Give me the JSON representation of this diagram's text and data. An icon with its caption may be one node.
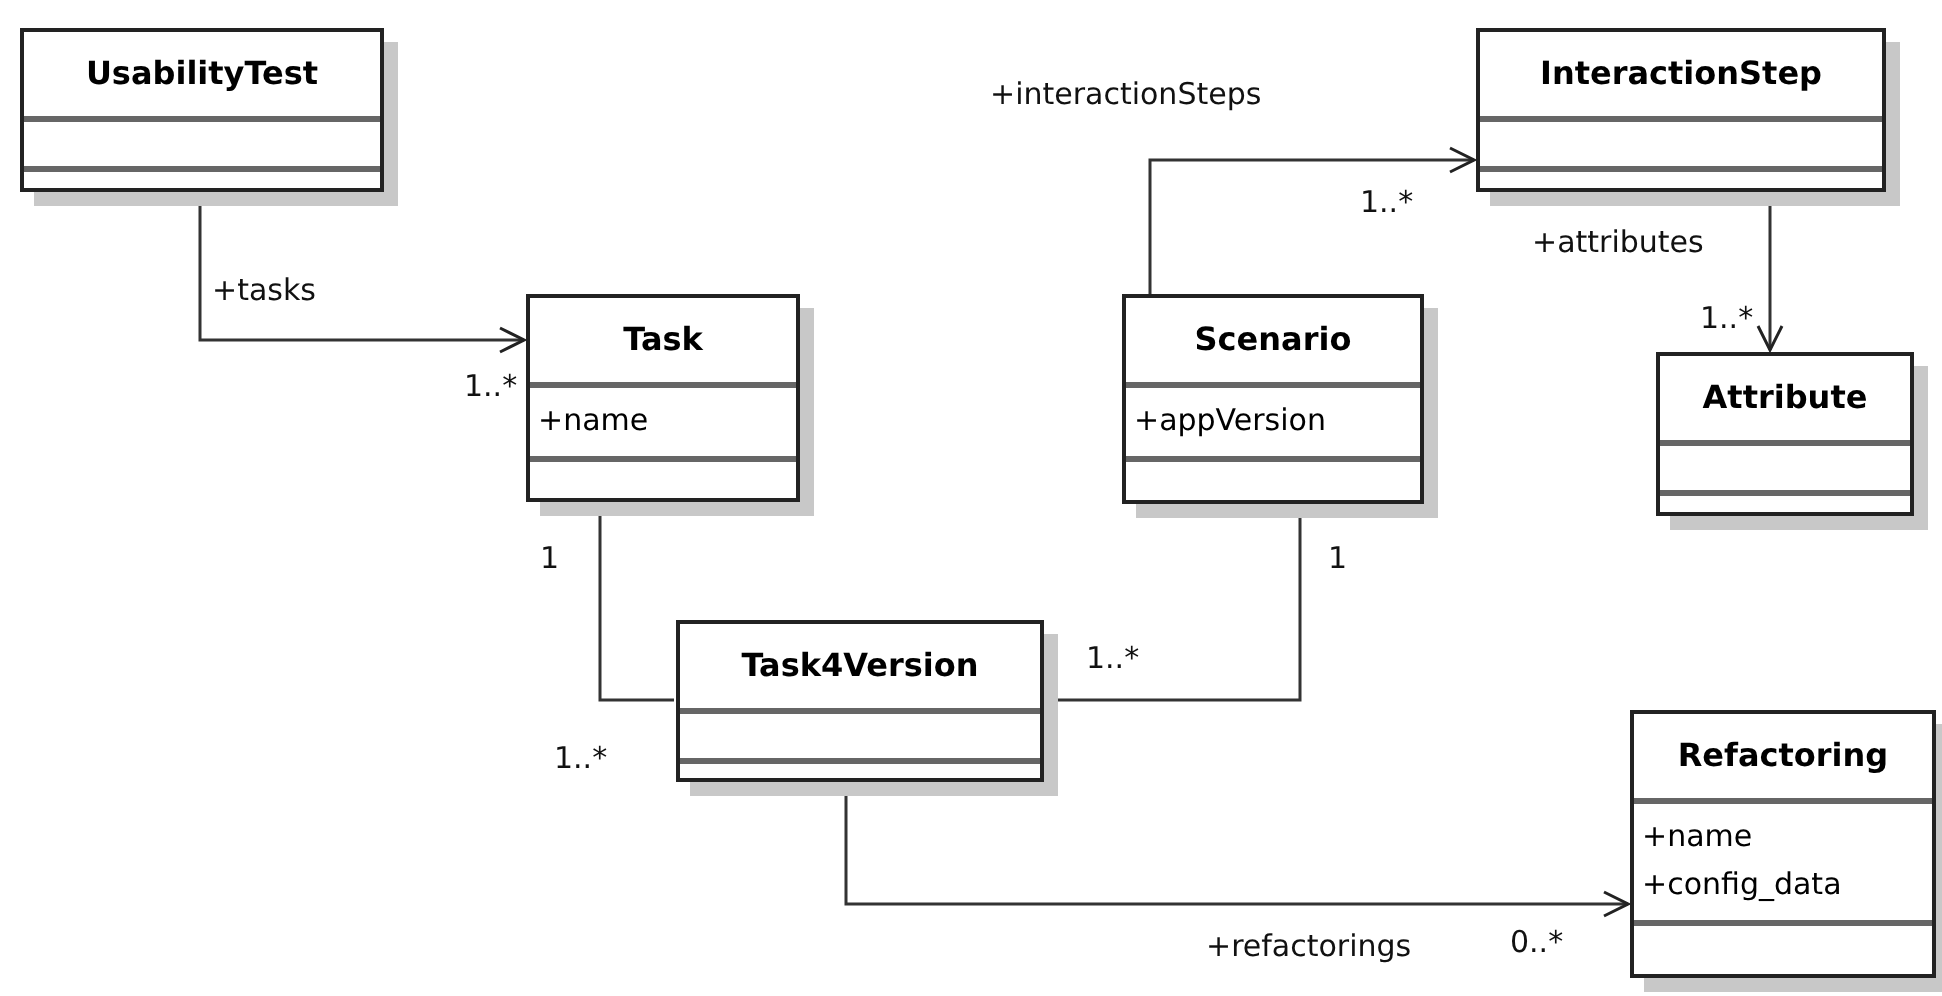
{
  "diagram": {
    "nodes": [
      {
        "text": [
          "UsabilityTest"
        ]
      },
      {
        "text": [
          "InteractionStep"
        ]
      },
      {
        "text": [
          "Task",
          "+name"
        ]
      },
      {
        "text": [
          "Scenario",
          "+appVersion"
        ]
      },
      {
        "text": [
          "Attribute"
        ]
      },
      {
        "text": [
          "Task4Version"
        ]
      },
      {
        "text": [
          "Refactoring",
          "+name",
          "+config_data"
        ]
      }
    ],
    "edges": [
      {
        "from": 0,
        "to": 2,
        "arrow": "to",
        "label": "+tasks"
      },
      {
        "from": 3,
        "to": 1,
        "arrow": "to",
        "label": "+interactionSteps"
      },
      {
        "from": 1,
        "to": 4,
        "arrow": "to",
        "label": "+attributes"
      },
      {
        "from": 2,
        "to": 5,
        "arrow": "none"
      },
      {
        "from": 3,
        "to": 5,
        "arrow": "none"
      },
      {
        "from": 5,
        "to": 6,
        "arrow": "to",
        "label": "+refactorings"
      }
    ],
    "labels": [
      "1..*",
      "1..*",
      "1..*",
      "1",
      "1",
      "1..*",
      "1..*",
      "0..*"
    ]
  }
}
